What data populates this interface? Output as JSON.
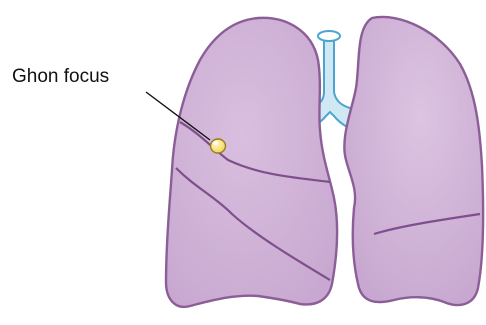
{
  "diagram": {
    "label": "Ghon focus",
    "colors": {
      "lung_fill": "#c8a8d0",
      "lung_outline": "#8c5e98",
      "lobe_line": "#7e4f8c",
      "trachea_fill": "#cfe8f4",
      "trachea_outline": "#4aa6cf",
      "focus_fill": "#f3d65a",
      "focus_outline": "#9a7b1e"
    },
    "icons": {
      "focus": "ghon-focus-lesion",
      "lungs": "lungs-illustration",
      "trachea": "trachea-illustration"
    }
  }
}
